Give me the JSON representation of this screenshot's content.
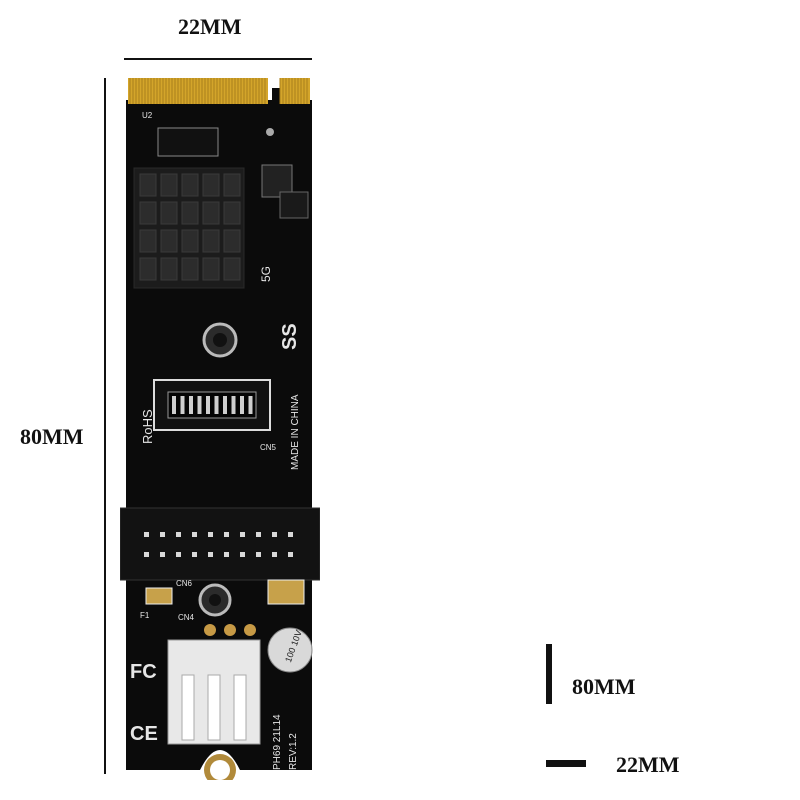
{
  "dimensions": {
    "width_label": "22MM",
    "height_label": "80MM"
  },
  "legend": {
    "long_label": "80MM",
    "short_label": "22MM"
  },
  "board": {
    "colors": {
      "pcb": "#0b0b0b",
      "gold": "#d4a52a",
      "silk": "#e6e6e6",
      "heatsink": "#1c1c1c"
    },
    "silkscreen": {
      "rohs": "RoHS",
      "speed": "5G",
      "ss_logo": "SS",
      "made_in": "MADE IN CHINA",
      "model": "PH69 21L14",
      "rev": "REV:1.2",
      "cn5": "CN5",
      "cn6": "CN6",
      "cn4": "CN4",
      "f1": "F1",
      "fc": "FC",
      "ce": "CE",
      "u2": "U2",
      "capacitor": "100 10V"
    }
  }
}
